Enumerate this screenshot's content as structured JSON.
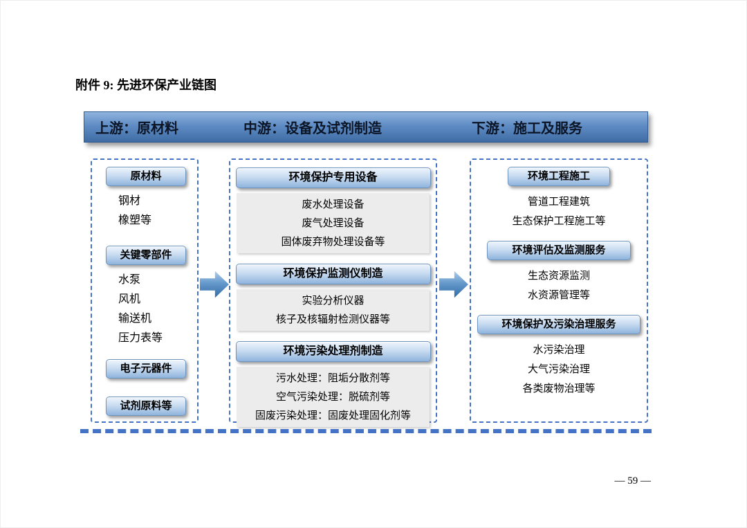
{
  "page": {
    "title": "附件 9: 先进环保产业链图",
    "page_number": "— 59 —"
  },
  "header_bar": {
    "upstream_label": "上游：原材料",
    "midstream_label": "中游：设备及试剂制造",
    "downstream_label": "下游：施工及服务"
  },
  "upstream": {
    "blocks": [
      {
        "kind": "pill",
        "label": "原材料"
      },
      {
        "kind": "text",
        "lines": [
          "钢材",
          "橡塑等"
        ]
      },
      {
        "kind": "pill",
        "label": "关键零部件"
      },
      {
        "kind": "text",
        "lines": [
          "水泵",
          "风机",
          "输送机",
          "压力表等"
        ]
      },
      {
        "kind": "pill",
        "label": "电子元器件"
      },
      {
        "kind": "pill",
        "label": "试剂原料等"
      }
    ]
  },
  "midstream": {
    "sections": [
      {
        "title": "环境保护专用设备",
        "items": [
          "废水处理设备",
          "废气处理设备",
          "固体废弃物处理设备等"
        ]
      },
      {
        "title": "环境保护监测仪制造",
        "items": [
          "实验分析仪器",
          "核子及核辐射检测仪器等"
        ]
      },
      {
        "title": "环境污染处理剂制造",
        "items": [
          "污水处理：阻垢分散剂等",
          "空气污染处理：脱硫剂等",
          "固废污染处理：固废处理固化剂等"
        ]
      }
    ]
  },
  "downstream": {
    "sections": [
      {
        "title": "环境工程施工",
        "items": [
          "管道工程建筑",
          "生态保护工程施工等"
        ]
      },
      {
        "title": "环境评估及监测服务",
        "items": [
          "生态资源监测",
          "水资源管理等"
        ]
      },
      {
        "title": "环境保护及污染治理服务",
        "items": [
          "水污染治理",
          "大气污染治理",
          "各类废物治理等"
        ]
      }
    ]
  },
  "colors": {
    "bar_blue": "#4f81bd",
    "dashed_border_blue": "#4472c4",
    "pill_gradient_top": "#eef5fc",
    "pill_gradient_bottom": "#8fb4dd",
    "arrow_blue": "#2f6aa5",
    "panel_gray": "#ececec",
    "text_black": "#000000"
  }
}
